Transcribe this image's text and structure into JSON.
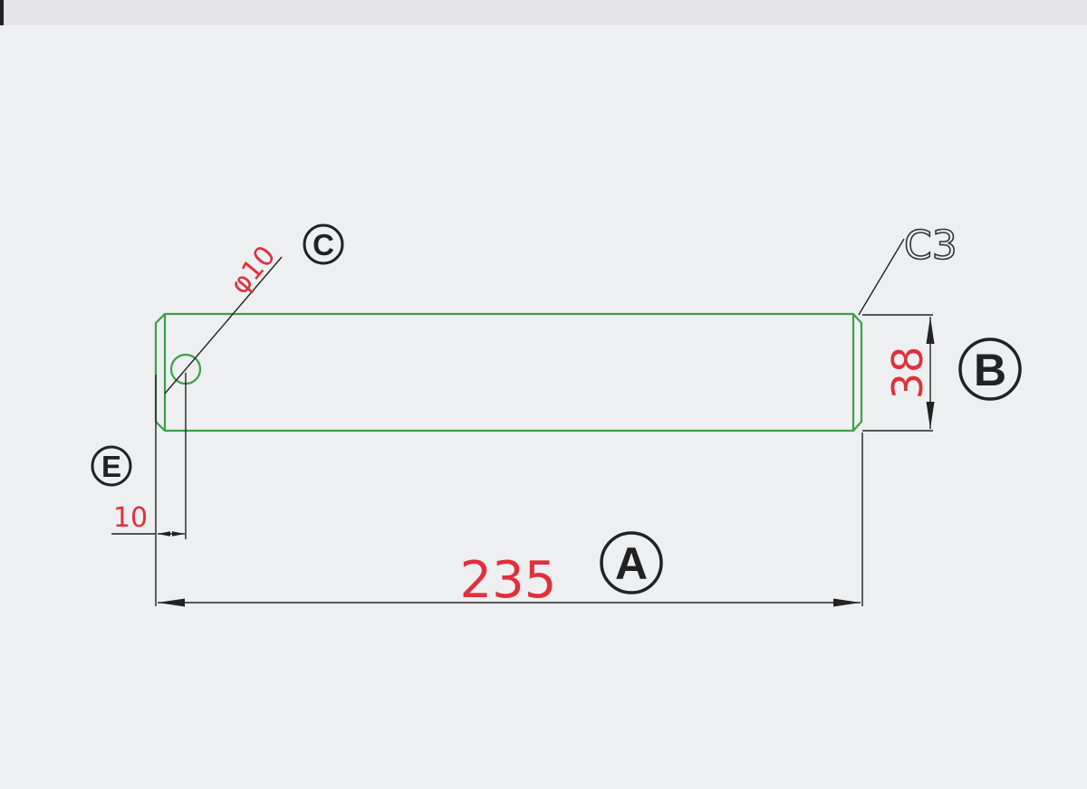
{
  "drawing": {
    "dimensions": {
      "length": "235",
      "diameter": "38",
      "hole_diameter": "φ10",
      "hole_offset": "10",
      "chamfer": "C3"
    },
    "labels": {
      "a": "A",
      "b": "B",
      "c": "C",
      "e": "E"
    },
    "colors": {
      "part_outline": "#3aa048",
      "dimension_text": "#e0303c",
      "dimension_lines": "#333333",
      "paper": "#eeeff1"
    }
  }
}
